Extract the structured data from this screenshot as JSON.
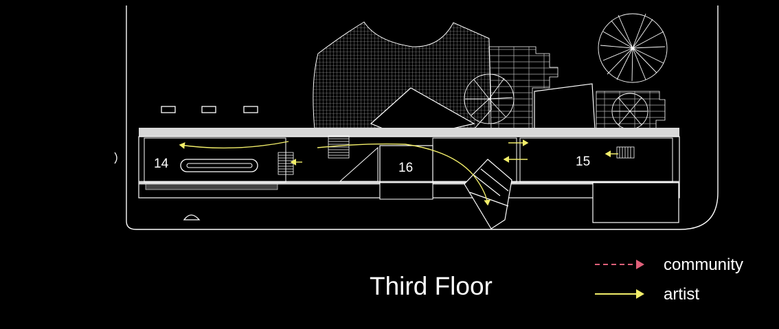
{
  "title": "Third Floor",
  "rooms": [
    {
      "id": "14",
      "label": "14"
    },
    {
      "id": "16",
      "label": "16"
    },
    {
      "id": "15",
      "label": "15"
    }
  ],
  "legend": {
    "community": {
      "label": "community",
      "color": "#e0607a"
    },
    "artist": {
      "label": "artist",
      "color": "#f2ee6a"
    }
  },
  "colors": {
    "background": "#000000",
    "linework": "#ffffff",
    "wall": "#d8d8d8"
  }
}
